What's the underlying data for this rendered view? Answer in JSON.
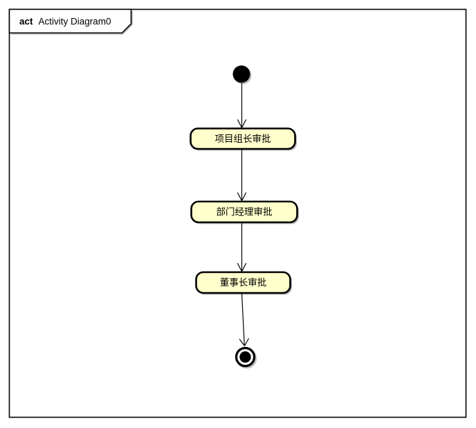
{
  "frame": {
    "tag": "act",
    "title": "Activity Diagram0"
  },
  "activities": [
    {
      "label": "项目组长审批"
    },
    {
      "label": "部门经理审批"
    },
    {
      "label": "董事长审批"
    }
  ],
  "colors": {
    "activity_fill": "#FFFFCC",
    "activity_border": "#000000",
    "edge": "#000000",
    "shadow": "#B8B8B8",
    "frame_border": "#000000",
    "background": "#FFFFFF"
  }
}
